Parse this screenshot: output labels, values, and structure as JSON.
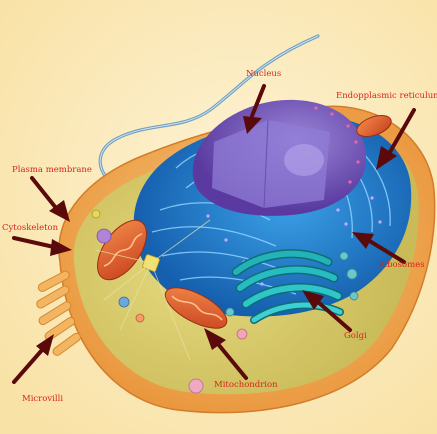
{
  "diagram": {
    "labels": {
      "nucleus": "Nucleus",
      "endoplasmic_reticulum": "Endopplasmic reticulum",
      "plasma_membrane": "Plasma membrane",
      "cytoskeleton": "Cytoskeleton",
      "ribosomes": "Ribosomes",
      "golgi": "Golgi",
      "microvilli": "Microvilli",
      "mitochondrion": "Mitochondrion"
    },
    "colors": {
      "label_text": "#d8261b",
      "arrow": "#5a0a0a",
      "background": "#fdf0c8",
      "membrane": "#f2ae55",
      "cytoplasm": "#d6cd6c",
      "er": "#1f78c9",
      "nucleus": "#7152b8",
      "golgi": "#15969c",
      "mitochondrion": "#e0572b"
    }
  }
}
